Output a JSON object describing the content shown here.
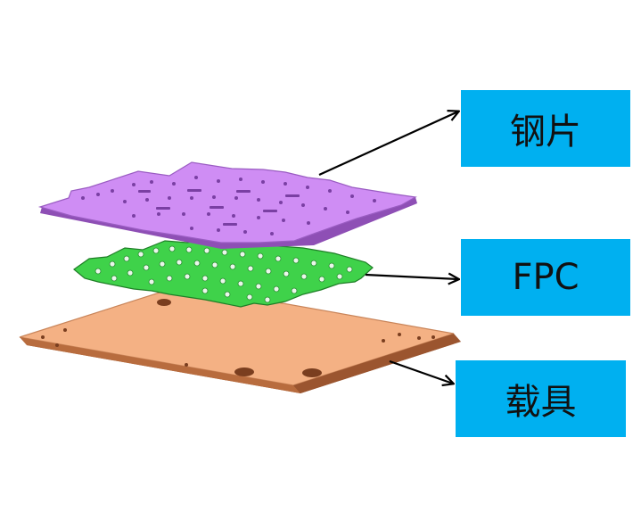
{
  "labels": {
    "stencil": "钢片",
    "fpc": "FPC",
    "carrier": "载具"
  },
  "colors": {
    "stencil_layer": "#c97ff0",
    "fpc_layer": "#3fd24a",
    "carrier_layer": "#f6b78c",
    "label_box": "#00b0f0",
    "arrow": "#000000"
  }
}
